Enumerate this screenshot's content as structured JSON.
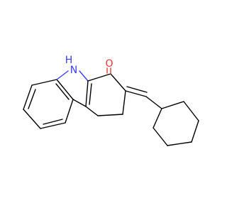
{
  "molecule": {
    "atoms": {
      "N": {
        "label": "N",
        "color": "#3a3df5"
      },
      "H": {
        "label": "H",
        "color": "#3a3df5"
      },
      "O": {
        "label": "O",
        "color": "#e8392e"
      }
    },
    "bond_color": "#000000",
    "background": "#ffffff"
  }
}
